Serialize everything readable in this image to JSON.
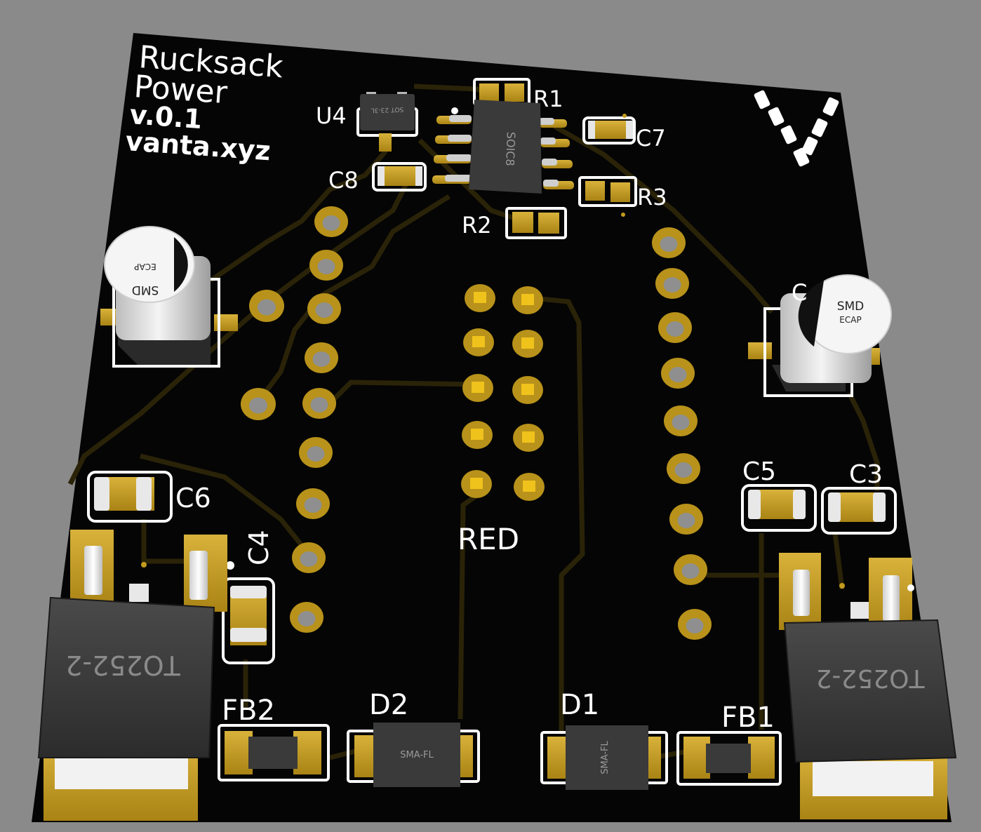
{
  "board": {
    "title_line1": "Rucksack",
    "title_line2": "Power",
    "version": "v.0.1",
    "website": "vanta.xyz",
    "red_label": "RED",
    "colors": {
      "background": "#8a8a8a",
      "board": "#050505",
      "silkscreen": "#ffffff",
      "pad_gold": "#c29a1e",
      "trace": "#2a2308",
      "package": "#3b3b3b"
    }
  },
  "designators": {
    "u4": "U4",
    "r1": "R1",
    "r2": "R2",
    "r3": "R3",
    "c3": "C3",
    "c4": "C4",
    "c5": "C5",
    "c6": "C6",
    "c7": "C7",
    "c8": "C8",
    "c_right_partial": "C",
    "fb1": "FB1",
    "fb2": "FB2",
    "d1": "D1",
    "d2": "D2"
  },
  "package_marks": {
    "soic8": "SOIC8",
    "sot23": "SOT 23-3L",
    "to252_left": "TO252-2",
    "to252_right": "TO252-2",
    "sma_d1": "SMA-FL",
    "sma_d2": "SMA-FL",
    "ecap_left_line1": "SMD",
    "ecap_left_line2": "ECAP",
    "ecap_right_line1": "SMD",
    "ecap_right_line2": "ECAP"
  }
}
